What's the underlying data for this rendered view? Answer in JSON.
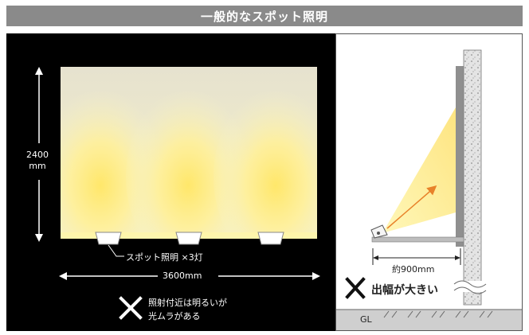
{
  "title": "一般的なスポット照明",
  "left_diagram": {
    "height_label_value": "2400",
    "height_label_unit": "mm",
    "width_label": "3600mm",
    "fixture_label": "スポット照明 ×3灯",
    "note_line1": "照射付近は明るいが",
    "note_line2": "光ムラがある"
  },
  "right_diagram": {
    "distance_label": "約900mm",
    "note": "出幅が大きい",
    "ground_label": "GL"
  },
  "colors": {
    "title_bg": "#8a8a8a",
    "light_yellow": "#ffe96b",
    "arrow_orange": "#e8822a",
    "wall_gray": "#d9d9d9"
  }
}
